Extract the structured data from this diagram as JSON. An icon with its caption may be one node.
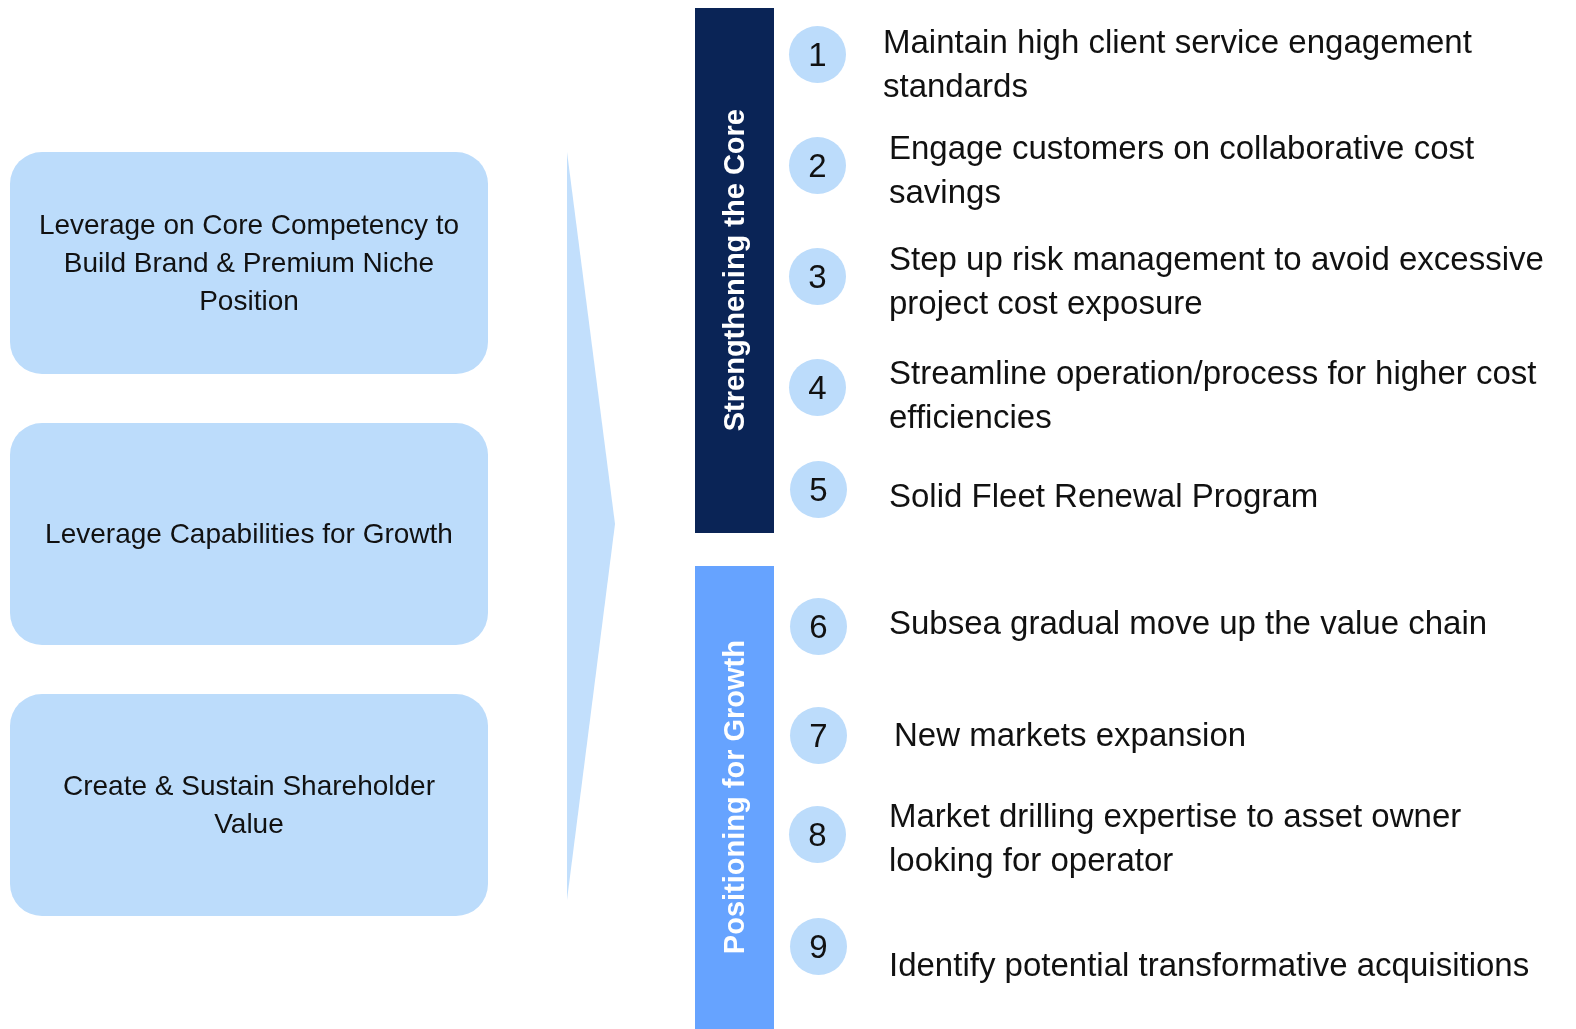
{
  "diagram": {
    "nodes": [
      {
        "text": [
          "Leverage on Core Competency to Build Brand & Premium Niche Position"
        ]
      },
      {
        "text": [
          "Leverage Capabilities for Growth"
        ]
      },
      {
        "text": [
          "Create & Sustain Shareholder Value"
        ]
      },
      {
        "text": [
          "Strengthening the Core"
        ]
      },
      {
        "text": [
          "1"
        ],
        "beside": [
          "Maintain high client service engagement standards"
        ]
      },
      {
        "text": [
          "2"
        ],
        "beside": [
          "Engage customers on collaborative cost savings"
        ]
      },
      {
        "text": [
          "3"
        ],
        "beside": [
          "Step up risk management to avoid excessive project cost exposure"
        ]
      },
      {
        "text": [
          "4"
        ],
        "beside": [
          "Streamline operation/process for higher cost efficiencies"
        ]
      },
      {
        "text": [
          "5"
        ],
        "beside": [
          "Solid Fleet Renewal Program"
        ]
      },
      {
        "text": [
          "Positioning for Growth"
        ]
      },
      {
        "text": [
          "6"
        ],
        "beside": [
          "Subsea gradual move up the value chain"
        ]
      },
      {
        "text": [
          "7"
        ],
        "beside": [
          "New markets expansion"
        ]
      },
      {
        "text": [
          "8"
        ],
        "beside": [
          "Market drilling expertise to asset owner looking for operator"
        ]
      },
      {
        "text": [
          "9"
        ],
        "beside": [
          "Identify potential transformative acquisitions"
        ]
      }
    ]
  }
}
